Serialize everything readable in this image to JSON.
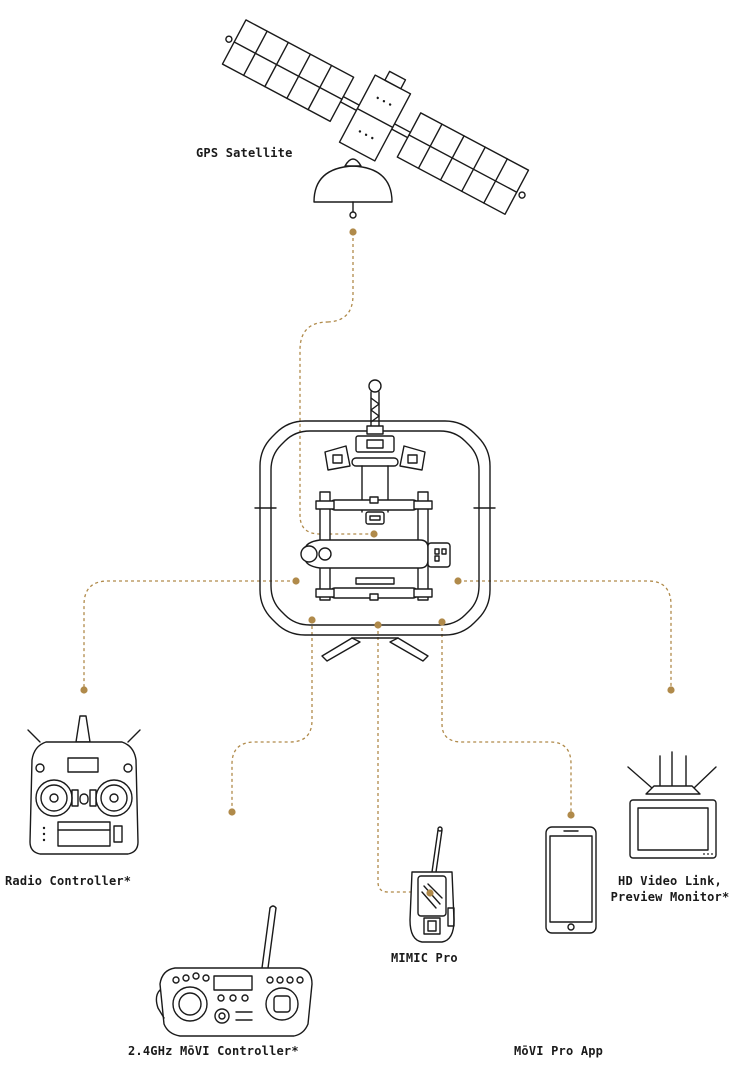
{
  "colors": {
    "line": "#1a1a1a",
    "accent": "#b08a4a"
  },
  "labels": {
    "gps": "GPS Satellite",
    "radio": "Radio Controller*",
    "movi_controller": "2.4GHz MōVI Controller*",
    "mimic": "MIMIC Pro",
    "app": "MōVI Pro App",
    "hd_line1": "HD Video Link,",
    "hd_line2": "Preview Monitor*"
  },
  "icons": [
    "satellite-icon",
    "gimbal-icon",
    "radio-controller-icon",
    "movi-controller-icon",
    "mimic-pro-icon",
    "phone-icon",
    "monitor-icon"
  ]
}
